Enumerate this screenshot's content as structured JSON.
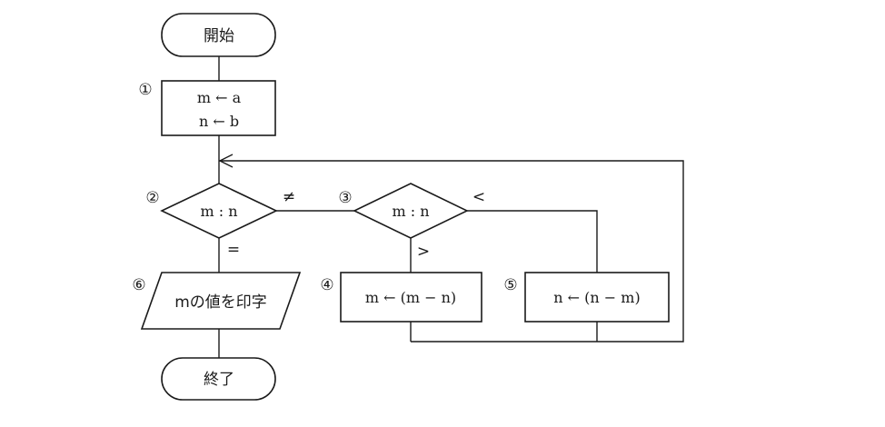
{
  "flowchart": {
    "start": "開始",
    "end": "終了",
    "step1": {
      "label": "①",
      "line1": "m ← a",
      "line2": "n ← b"
    },
    "step2": {
      "label": "②",
      "text": "m : n",
      "branch_not_equal": "≠",
      "branch_equal": "="
    },
    "step3": {
      "label": "③",
      "text": "m : n",
      "branch_less": "<",
      "branch_greater": ">"
    },
    "step4": {
      "label": "④",
      "text": "m ← (m − n)"
    },
    "step5": {
      "label": "⑤",
      "text": "n ← (n − m)"
    },
    "step6": {
      "label": "⑥",
      "text": "mの値を印字"
    }
  }
}
